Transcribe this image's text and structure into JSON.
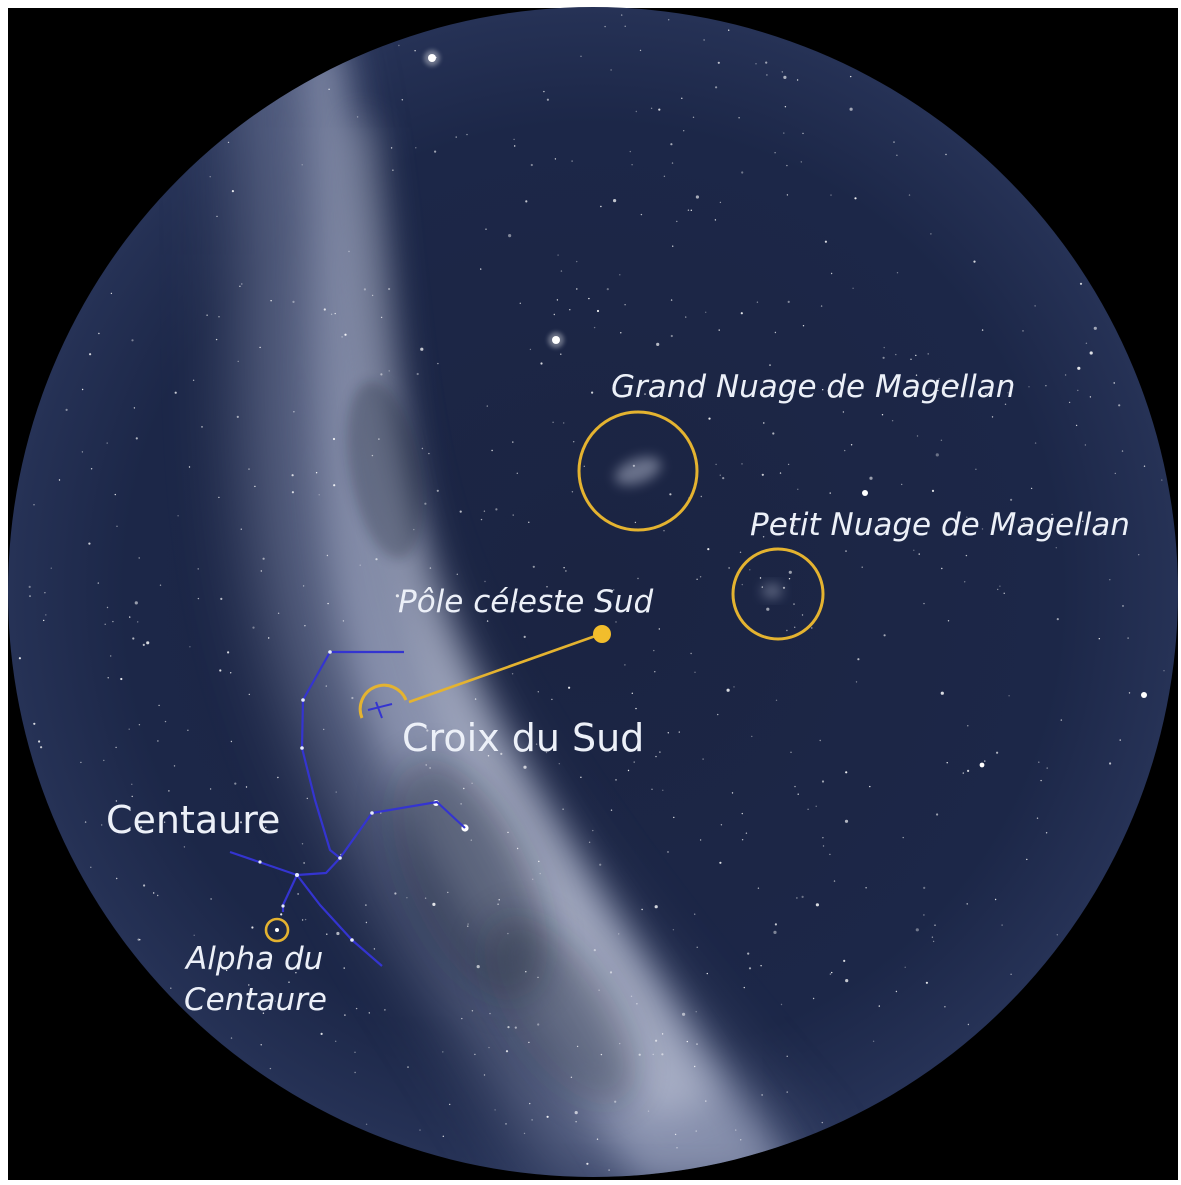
{
  "labels": {
    "lmc": "Grand Nuage de Magellan",
    "smc": "Petit Nuage de Magellan",
    "south_pole": "Pôle céleste Sud",
    "crux": "Croix du Sud",
    "centaurus": "Centaure",
    "alpha_cen_line1": "Alpha du",
    "alpha_cen_line2": "Centaure"
  },
  "colors": {
    "sky": "#1a2340",
    "marker": "#e4b330",
    "constellation": "#3434d0",
    "milky_way": "#b8bfd8",
    "label": "#ecf0f8"
  }
}
